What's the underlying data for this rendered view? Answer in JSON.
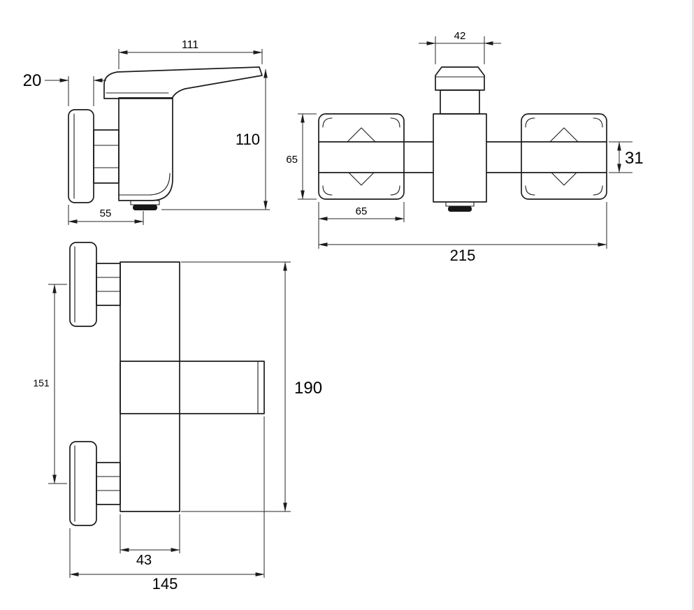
{
  "drawing": {
    "accent_line_color": "#1c1c1c",
    "side_view": {
      "projection": "111",
      "plate_thickness": "20",
      "height": "110",
      "wall_to_outlet": "55"
    },
    "front_view": {
      "handle_width": "42",
      "escutcheon_size": "65",
      "body_depth": "31",
      "escutcheon_width": "65",
      "overall_width": "215"
    },
    "profile_view": {
      "inlet_spacing": "151",
      "overall_height": "190",
      "body_width": "43",
      "overall_depth": "145"
    }
  }
}
